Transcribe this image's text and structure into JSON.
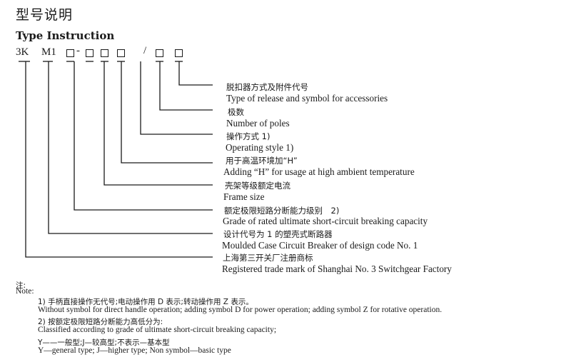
{
  "header": {
    "title_cn": "型号说明",
    "title_en": "Type Instruction"
  },
  "model_code": {
    "part1": "3K",
    "part2": "M1",
    "dash": "-",
    "slash": "/"
  },
  "items": [
    {
      "cn": "脱扣器方式及附件代号",
      "en": "Type of release and symbol for accessories"
    },
    {
      "cn": "极数",
      "en": "Number of poles"
    },
    {
      "cn": "操作方式 1)",
      "en": "Operating style 1)"
    },
    {
      "cn": "用于高温环境加“H”",
      "en": "Adding “H” for usage at high ambient temperature"
    },
    {
      "cn": "壳架等级额定电流",
      "en": "Frame size"
    },
    {
      "cn": "额定极限短路分断能力级别　2)",
      "en": "Grade of rated ultimate short-circuit breaking capacity"
    },
    {
      "cn": "设计代号为 1 的塑壳式断路器",
      "en": "Moulded Case Circuit Breaker of design code No. 1"
    },
    {
      "cn": "上海第三开关厂注册商标",
      "en": "Registered trade mark of Shanghai No. 3 Switchgear Factory"
    }
  ],
  "notes": {
    "label_cn": "注:",
    "label_en": "Note:",
    "note1_cn": "1) 手柄直接操作无代号;电动操作用 D 表示;转动操作用 Z 表示。",
    "note1_en": "Without symbol for direct handle operation; adding symbol D for power operation; adding symbol Z for rotative operation.",
    "note2_cn": "2) 按额定极限短路分断能力高低分为:",
    "note2_en": "Classified according to grade of ultimate short-circuit breaking capacity;",
    "note3_cn": "Y——一般型;J—较高型;不表示—基本型",
    "note3_en": "Y—general type; J—higher type; Non symbol—basic type"
  }
}
